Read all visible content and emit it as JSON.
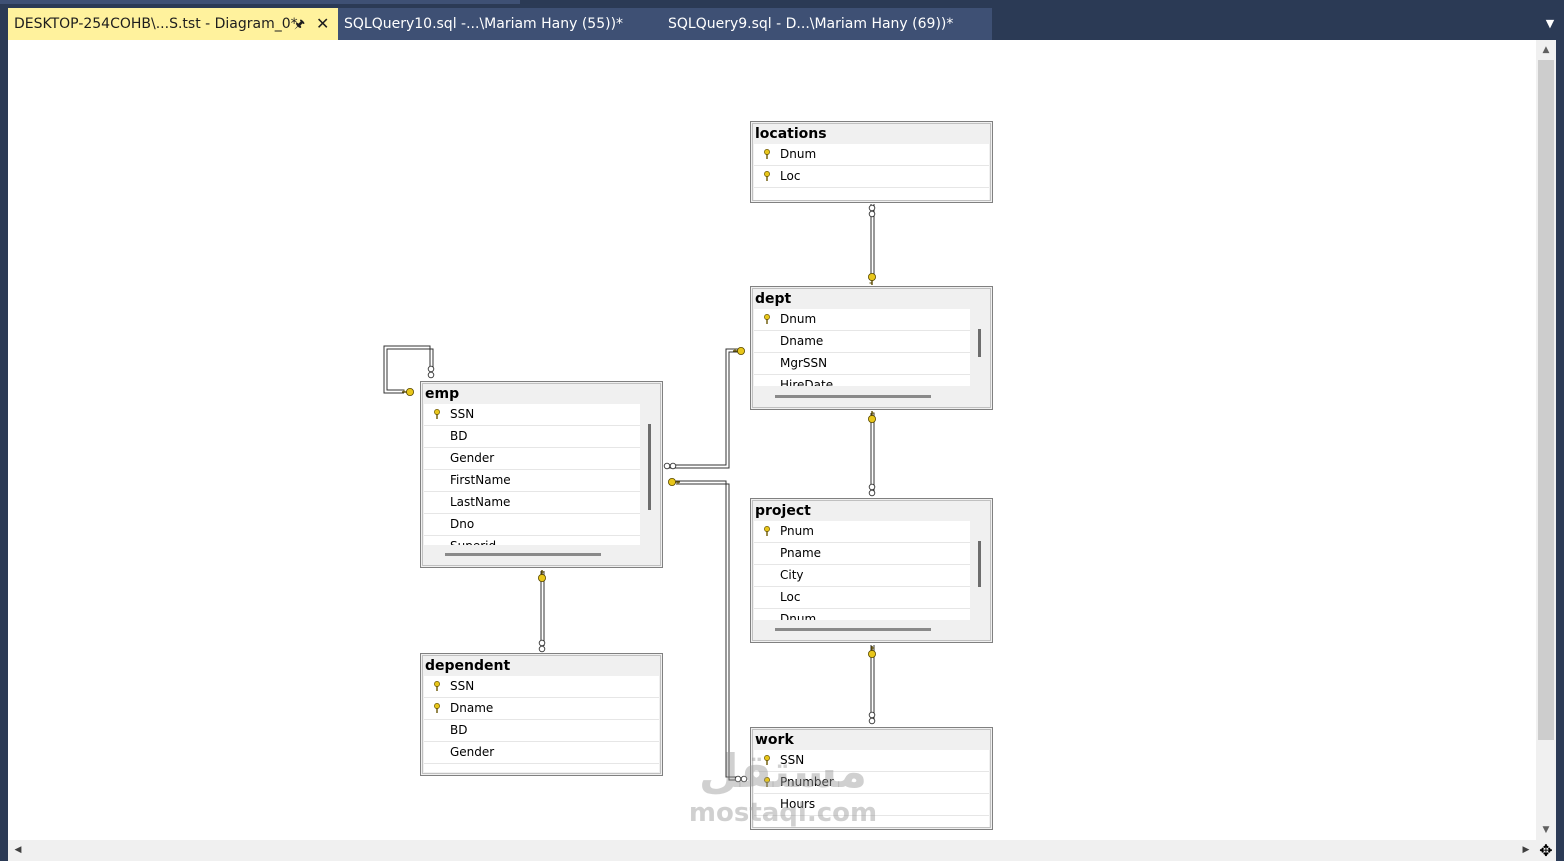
{
  "tabs": [
    {
      "label": "DESKTOP-254COHB\\...S.tst - Diagram_0*",
      "active": true
    },
    {
      "label": "SQLQuery10.sql -...\\Mariam Hany (55))*",
      "active": false
    },
    {
      "label": "SQLQuery9.sql - D...\\Mariam Hany (69))*",
      "active": false
    }
  ],
  "icons": {
    "pin": "pin-icon",
    "close": "close-icon",
    "key": "primary-key-icon",
    "dropdown": "chevron-down-icon"
  },
  "colors": {
    "active_tab": "#fff29d",
    "tab_strip": "#2b3a55",
    "key_gold": "#e8c61a"
  },
  "tables": {
    "locations": {
      "name": "locations",
      "columns": [
        {
          "name": "Dnum",
          "pk": true
        },
        {
          "name": "Loc",
          "pk": true
        }
      ]
    },
    "dept": {
      "name": "dept",
      "columns": [
        {
          "name": "Dnum",
          "pk": true
        },
        {
          "name": "Dname",
          "pk": false
        },
        {
          "name": "MgrSSN",
          "pk": false
        },
        {
          "name": "HireDate",
          "pk": false
        }
      ]
    },
    "emp": {
      "name": "emp",
      "columns": [
        {
          "name": "SSN",
          "pk": true
        },
        {
          "name": "BD",
          "pk": false
        },
        {
          "name": "Gender",
          "pk": false
        },
        {
          "name": "FirstName",
          "pk": false
        },
        {
          "name": "LastName",
          "pk": false
        },
        {
          "name": "Dno",
          "pk": false
        },
        {
          "name": "Superid",
          "pk": false
        }
      ]
    },
    "project": {
      "name": "project",
      "columns": [
        {
          "name": "Pnum",
          "pk": true
        },
        {
          "name": "Pname",
          "pk": false
        },
        {
          "name": "City",
          "pk": false
        },
        {
          "name": "Loc",
          "pk": false
        },
        {
          "name": "Dnum",
          "pk": false
        }
      ]
    },
    "dependent": {
      "name": "dependent",
      "columns": [
        {
          "name": "SSN",
          "pk": true
        },
        {
          "name": "Dname",
          "pk": true
        },
        {
          "name": "BD",
          "pk": false
        },
        {
          "name": "Gender",
          "pk": false
        }
      ]
    },
    "work": {
      "name": "work",
      "columns": [
        {
          "name": "SSN",
          "pk": true
        },
        {
          "name": "Pnumber",
          "pk": true
        },
        {
          "name": "Hours",
          "pk": false
        }
      ]
    }
  },
  "watermark": {
    "arabic": "مستقل",
    "latin": "mostaql.com"
  }
}
